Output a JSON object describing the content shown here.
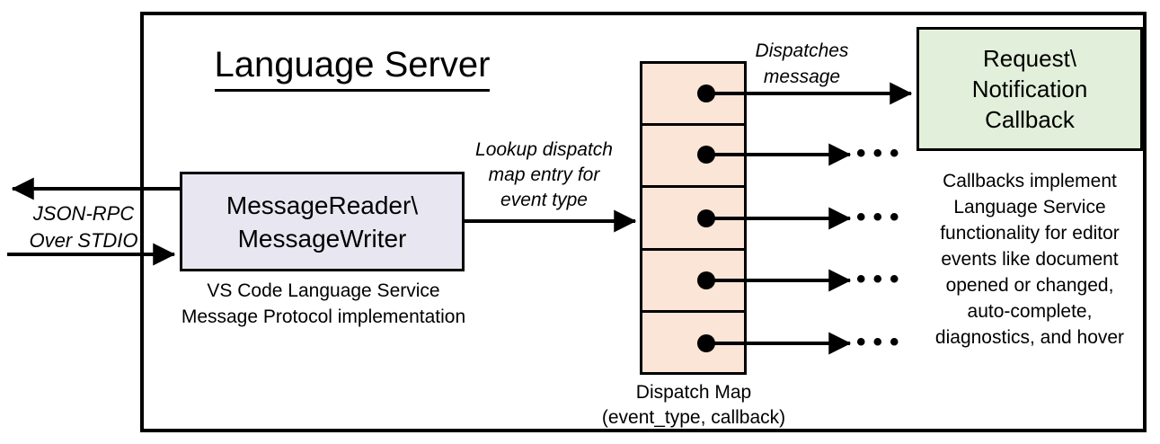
{
  "diagram": {
    "title": "Language Server",
    "reader_box": {
      "lines": [
        "MessageReader\\",
        "MessageWriter"
      ]
    },
    "reader_caption": {
      "lines": [
        "VS Code Language Service",
        "Message Protocol implementation"
      ]
    },
    "jsonrpc_label": {
      "lines": [
        "JSON-RPC",
        "Over STDIO"
      ]
    },
    "lookup_label": {
      "lines": [
        "Lookup dispatch",
        "map entry for",
        "event type"
      ]
    },
    "dispatches_label": {
      "lines": [
        "Dispatches",
        "message"
      ]
    },
    "callback_box": {
      "lines": [
        "Request\\",
        "Notification",
        "Callback"
      ]
    },
    "dispatch_map_caption": {
      "lines": [
        "Dispatch Map",
        "(event_type, callback)"
      ]
    },
    "callbacks_note": {
      "lines": [
        "Callbacks implement",
        "Language Service",
        "functionality for editor",
        "events like document",
        "opened or changed,",
        "auto-complete,",
        "diagnostics, and hover"
      ]
    },
    "ellipsis": "•••",
    "colors": {
      "reader_fill": "#e8e7f1",
      "map_fill": "#fbe5d6",
      "callback_fill": "#e2efda",
      "line": "#000000"
    }
  }
}
